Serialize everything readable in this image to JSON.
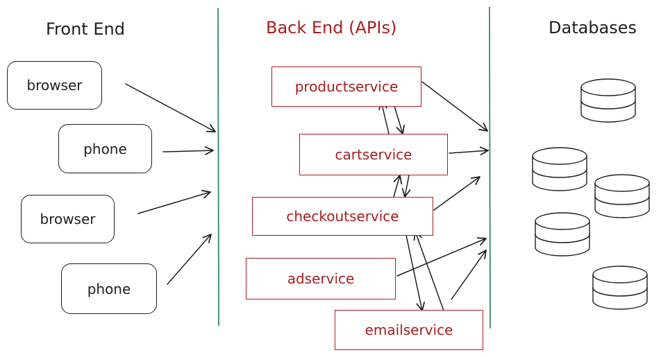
{
  "colors": {
    "ink": "#1e1e1e",
    "backend_red": "#a61e1e",
    "divider_green": "#1a7f4f"
  },
  "headings": {
    "front_end": "Front End",
    "back_end": "Back End (APIs)",
    "databases": "Databases"
  },
  "front_end": {
    "clients": [
      {
        "label": "browser"
      },
      {
        "label": "phone"
      },
      {
        "label": "browser"
      },
      {
        "label": "phone"
      }
    ]
  },
  "back_end": {
    "services": [
      {
        "label": "productservice"
      },
      {
        "label": "cartservice"
      },
      {
        "label": "checkoutservice"
      },
      {
        "label": "adservice"
      },
      {
        "label": "emailservice"
      }
    ]
  },
  "databases": {
    "count": 5
  }
}
